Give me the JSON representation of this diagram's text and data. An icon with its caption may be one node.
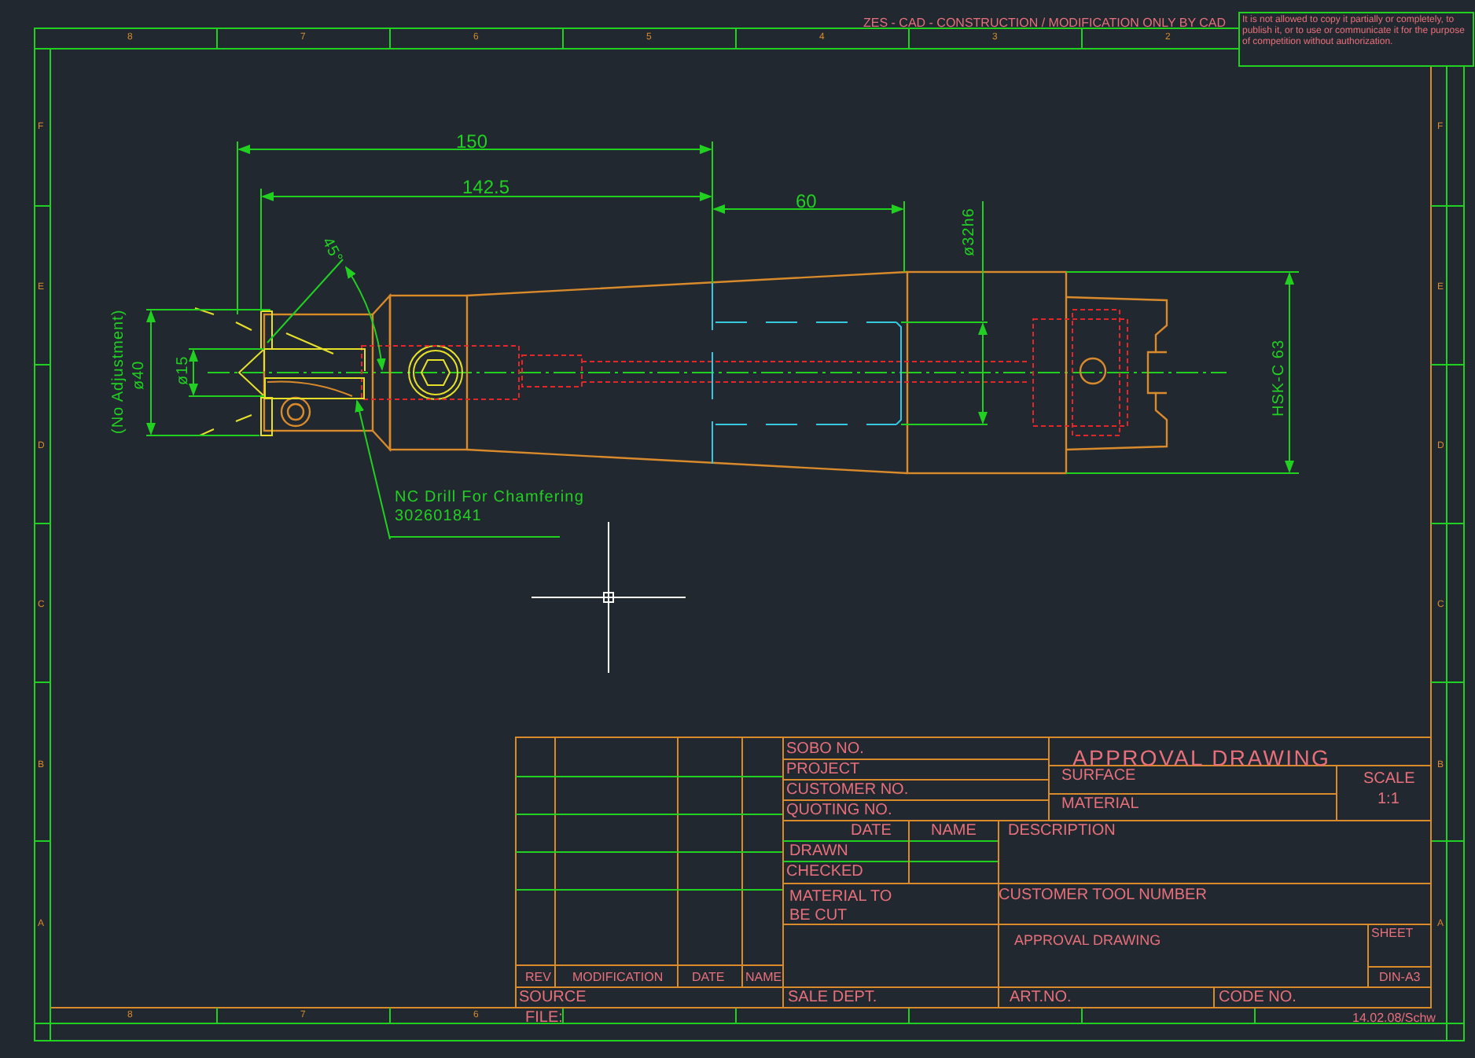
{
  "diagram": {
    "nodes": [
      {
        "text": [
          "NC Drill For Chamfering",
          "302601841"
        ]
      },
      {
        "text": [],
        "shape": "picture"
      }
    ],
    "edges": [
      {
        "from": 0,
        "to": 1,
        "arrow": "to"
      }
    ],
    "labels": [
      "ZES - CAD - CONSTRUCTION / MODIFICATION ONLY BY CAD",
      "It is not allowed to copy it partially or completely, to publish it, or to use or communicate it for the purpose of competition without authorization.",
      "8",
      "7",
      "6",
      "5",
      "4",
      "3",
      "2",
      "150",
      "142.5",
      "60",
      "45°",
      "ø32h6",
      "(No Adjustment)",
      "ø40",
      "ø15",
      "HSK-C 63",
      "F",
      "E",
      "D",
      "C",
      "B",
      "A",
      "F",
      "E",
      "D",
      "C",
      "B",
      "A",
      "SOBO NO.",
      "PROJECT",
      "CUSTOMER NO.",
      "QUOTING NO.",
      "APPROVAL DRAWING",
      "SURFACE",
      "SCALE",
      "1:1",
      "MATERIAL",
      "DATE",
      "NAME",
      "DESCRIPTION",
      "DRAWN",
      "CHECKED",
      "MATERIAL TO BE CUT",
      "CUSTOMER TOOL NUMBER",
      "APPROVAL DRAWING",
      "SHEET",
      "REV",
      "MODIFICATION",
      "DATE",
      "NAME",
      "DIN-A3",
      "SOURCE",
      "SALE DEPT.",
      "ART.NO.",
      "CODE NO.",
      "8",
      "7",
      "6",
      "FILE:",
      "14.02.08/Schw"
    ]
  }
}
